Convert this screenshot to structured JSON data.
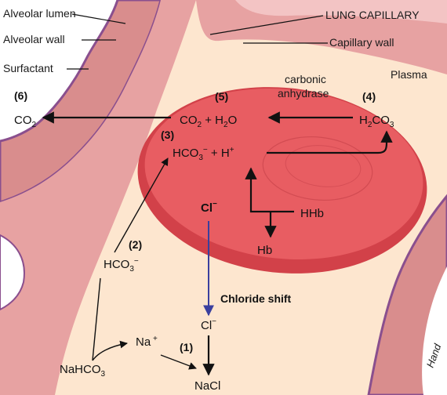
{
  "labels": {
    "alveolar_lumen": "Alveolar lumen",
    "alveolar_wall": "Alveolar wall",
    "surfactant": "Surfactant",
    "lung_capillary": "LUNG CAPILLARY",
    "capillary_wall": "Capillary wall",
    "plasma": "Plasma",
    "carbonic_anhydrase": [
      "carbonic",
      "anhydrase"
    ],
    "chloride_shift": "Chloride shift",
    "signature": "Hand"
  },
  "steps": {
    "s1": "(1)",
    "s2": "(2)",
    "s3": "(3)",
    "s4": "(4)",
    "s5": "(5)",
    "s6": "(6)"
  },
  "species": {
    "co2": "CO",
    "h2o": "H",
    "h2co3": "H",
    "hco3": "HCO",
    "h_plus": "H",
    "hhb": "HHb",
    "hb": "Hb",
    "cl": "Cl",
    "na": "Na",
    "nahco3": "NaHCO",
    "nacl": "NaCl"
  },
  "colors": {
    "alveolar_wall": "#d98d8d",
    "alveolar_edge": "#8a4f8e",
    "capillary_wall": "#e7a2a2",
    "plasma": "#fde6cf",
    "rbc": "#e85d62",
    "rbc_dark": "#d24149",
    "lumen": "#ffffff",
    "arrow_blue": "#3a3f9e"
  }
}
